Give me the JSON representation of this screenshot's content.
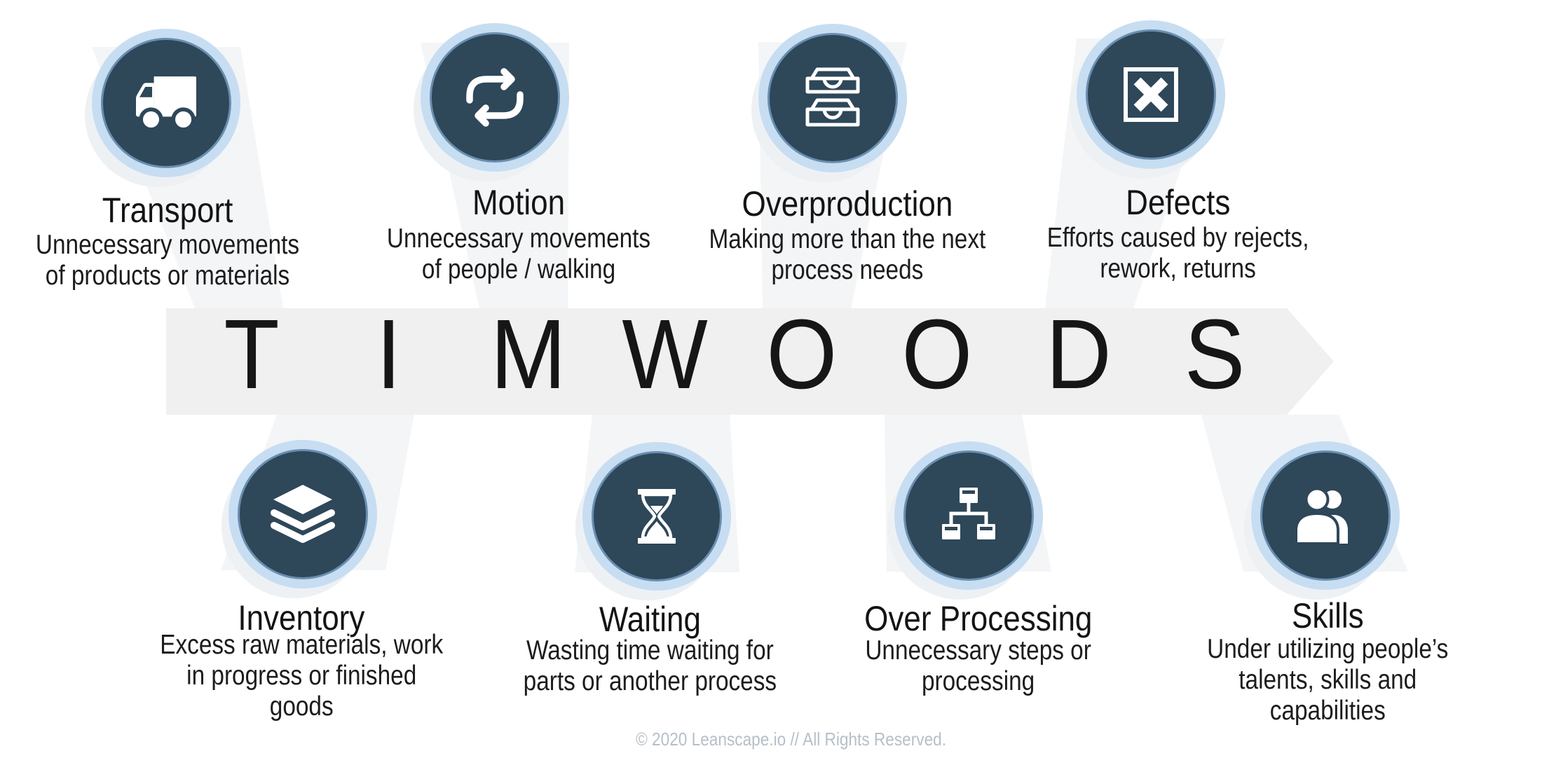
{
  "title_acronym": "TIMWOODS",
  "acronym_band": {
    "letters": [
      "T",
      "I",
      "M",
      "W",
      "O",
      "O",
      "D",
      "S"
    ],
    "band_color": "#f0f0f1",
    "letter_color": "#161616"
  },
  "wastes": [
    {
      "id": "transport",
      "letter": "T",
      "title": "Transport",
      "description": [
        "Unnecessary movements",
        "of products or materials"
      ],
      "icon": "truck-icon",
      "row": "top"
    },
    {
      "id": "motion",
      "letter": "M",
      "title": "Motion",
      "description": [
        "Unnecessary movements",
        "of people / walking"
      ],
      "icon": "repeat-arrows-icon",
      "row": "top"
    },
    {
      "id": "overproduction",
      "letter": "O",
      "title": "Overproduction",
      "description": [
        "Making more than the next",
        "process needs"
      ],
      "icon": "inbox-stack-icon",
      "row": "top"
    },
    {
      "id": "defects",
      "letter": "D",
      "title": "Defects",
      "description": [
        "Efforts caused by rejects,",
        "rework, returns"
      ],
      "icon": "cross-square-icon",
      "row": "top"
    },
    {
      "id": "inventory",
      "letter": "I",
      "title": "Inventory",
      "description": [
        "Excess raw materials, work",
        "in progress or finished",
        "goods"
      ],
      "icon": "layers-icon",
      "row": "bottom"
    },
    {
      "id": "waiting",
      "letter": "W",
      "title": "Waiting",
      "description": [
        "Wasting time waiting for",
        "parts or another process"
      ],
      "icon": "hourglass-icon",
      "row": "bottom"
    },
    {
      "id": "over_processing",
      "letter": "O",
      "title": "Over Processing",
      "description": [
        "Unnecessary steps or",
        "processing"
      ],
      "icon": "sitemap-icon",
      "row": "bottom"
    },
    {
      "id": "skills",
      "letter": "S",
      "title": "Skills",
      "description": [
        "Under utilizing people’s",
        "talents, skills and",
        "capabilities"
      ],
      "icon": "people-icon",
      "row": "bottom"
    }
  ],
  "footer": {
    "text": "© 2020 Leanscape.io // All Rights Reserved."
  },
  "colors": {
    "background": "#ffffff",
    "circle_fill": "#2e4759",
    "circle_ring": "#c7ddf2",
    "circle_edge": "#4a7398",
    "icon": "#ffffff",
    "beam": "#f3f5f7",
    "shadow": "#eef1f4",
    "band": "#f0f0f1",
    "title_text": "#141414",
    "description_text": "#1c1c1c",
    "footer_text": "#b6bfc8"
  }
}
